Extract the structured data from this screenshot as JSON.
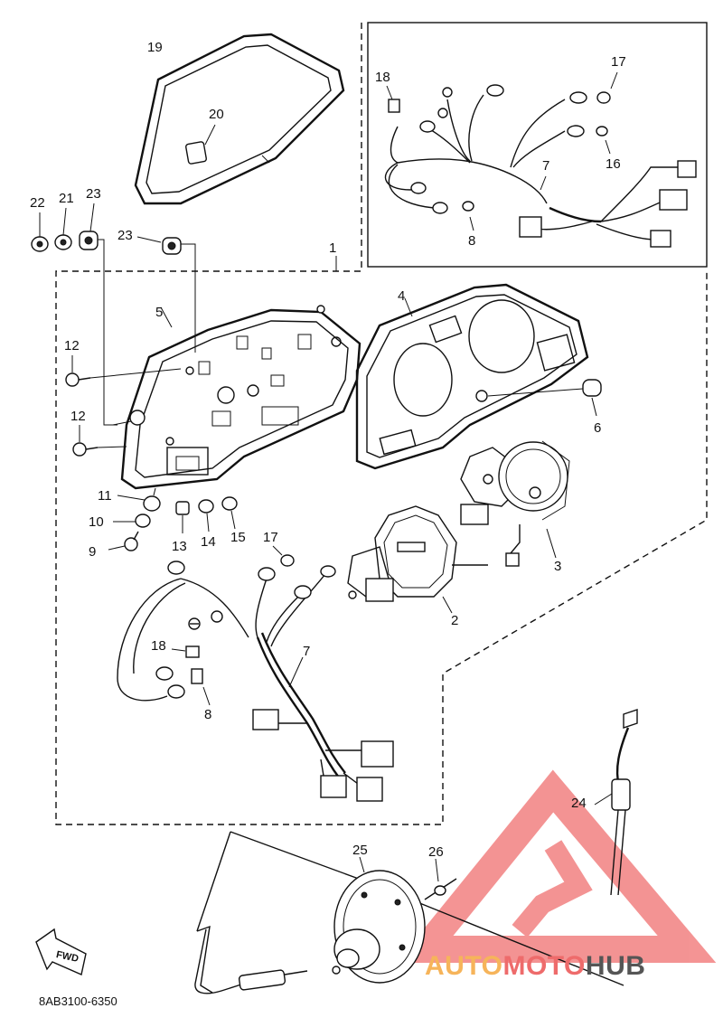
{
  "diagram": {
    "part_code": "8AB3100-6350",
    "fwd_label": "FWD",
    "callouts": [
      "19",
      "20",
      "22",
      "21",
      "23",
      "23",
      "1",
      "18",
      "17",
      "16",
      "7",
      "8",
      "5",
      "4",
      "12",
      "12",
      "6",
      "11",
      "10",
      "9",
      "13",
      "14",
      "15",
      "17",
      "3",
      "2",
      "18",
      "7",
      "8",
      "24",
      "25",
      "26"
    ]
  },
  "watermark": {
    "brand_a": "AUTO",
    "brand_b": "MOTO",
    "brand_c": "HUB",
    "colors": {
      "orange": "#f6b45a",
      "red": "#ee6b6b",
      "gray": "#555555",
      "triangle": "#f07070"
    }
  }
}
